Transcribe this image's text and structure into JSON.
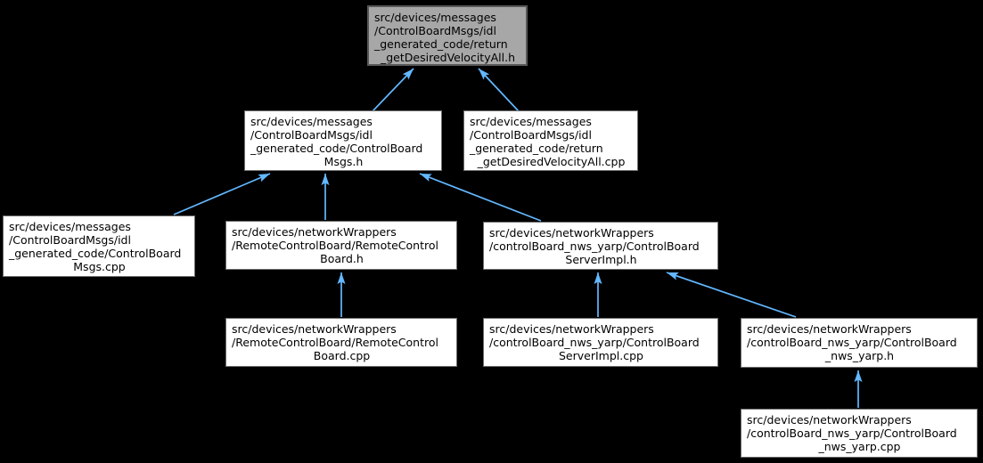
{
  "graph": {
    "type": "include-dependency-graph",
    "colors": {
      "background": "#000000",
      "edge": "#63b8ff",
      "node_fill": "#ffffff",
      "node_border": "#6e6e6e",
      "highlight_fill": "#a7a7a7",
      "highlight_border": "#585858",
      "text": "#000000"
    },
    "nodes": [
      {
        "id": "return_getDesiredVelocityAll_h",
        "highlighted": true,
        "lines": [
          "src/devices/messages",
          "/ControlBoardMsgs/idl",
          "_generated_code/return",
          "_getDesiredVelocityAll.h"
        ]
      },
      {
        "id": "ControlBoardMsgs_h",
        "highlighted": false,
        "lines": [
          "src/devices/messages",
          "/ControlBoardMsgs/idl",
          "_generated_code/ControlBoard",
          "Msgs.h"
        ]
      },
      {
        "id": "return_getDesiredVelocityAll_cpp",
        "highlighted": false,
        "lines": [
          "src/devices/messages",
          "/ControlBoardMsgs/idl",
          "_generated_code/return",
          "_getDesiredVelocityAll.cpp"
        ]
      },
      {
        "id": "ControlBoardMsgs_cpp",
        "highlighted": false,
        "lines": [
          "src/devices/messages",
          "/ControlBoardMsgs/idl",
          "_generated_code/ControlBoard",
          "Msgs.cpp"
        ]
      },
      {
        "id": "RemoteControlBoard_h",
        "highlighted": false,
        "lines": [
          "src/devices/networkWrappers",
          "/RemoteControlBoard/RemoteControl",
          "Board.h"
        ]
      },
      {
        "id": "ControlBoardServerImpl_h",
        "highlighted": false,
        "lines": [
          "src/devices/networkWrappers",
          "/controlBoard_nws_yarp/ControlBoard",
          "ServerImpl.h"
        ]
      },
      {
        "id": "RemoteControlBoard_cpp",
        "highlighted": false,
        "lines": [
          "src/devices/networkWrappers",
          "/RemoteControlBoard/RemoteControl",
          "Board.cpp"
        ]
      },
      {
        "id": "ControlBoardServerImpl_cpp",
        "highlighted": false,
        "lines": [
          "src/devices/networkWrappers",
          "/controlBoard_nws_yarp/ControlBoard",
          "ServerImpl.cpp"
        ]
      },
      {
        "id": "ControlBoard_nws_yarp_h",
        "highlighted": false,
        "lines": [
          "src/devices/networkWrappers",
          "/controlBoard_nws_yarp/ControlBoard",
          "_nws_yarp.h"
        ]
      },
      {
        "id": "ControlBoard_nws_yarp_cpp",
        "highlighted": false,
        "lines": [
          "src/devices/networkWrappers",
          "/controlBoard_nws_yarp/ControlBoard",
          "_nws_yarp.cpp"
        ]
      }
    ],
    "edges": [
      {
        "from": "ControlBoardMsgs_h",
        "to": "return_getDesiredVelocityAll_h"
      },
      {
        "from": "return_getDesiredVelocityAll_cpp",
        "to": "return_getDesiredVelocityAll_h"
      },
      {
        "from": "ControlBoardMsgs_cpp",
        "to": "ControlBoardMsgs_h"
      },
      {
        "from": "RemoteControlBoard_h",
        "to": "ControlBoardMsgs_h"
      },
      {
        "from": "ControlBoardServerImpl_h",
        "to": "ControlBoardMsgs_h"
      },
      {
        "from": "RemoteControlBoard_cpp",
        "to": "RemoteControlBoard_h"
      },
      {
        "from": "ControlBoardServerImpl_cpp",
        "to": "ControlBoardServerImpl_h"
      },
      {
        "from": "ControlBoard_nws_yarp_h",
        "to": "ControlBoardServerImpl_h"
      },
      {
        "from": "ControlBoard_nws_yarp_cpp",
        "to": "ControlBoard_nws_yarp_h"
      }
    ]
  }
}
